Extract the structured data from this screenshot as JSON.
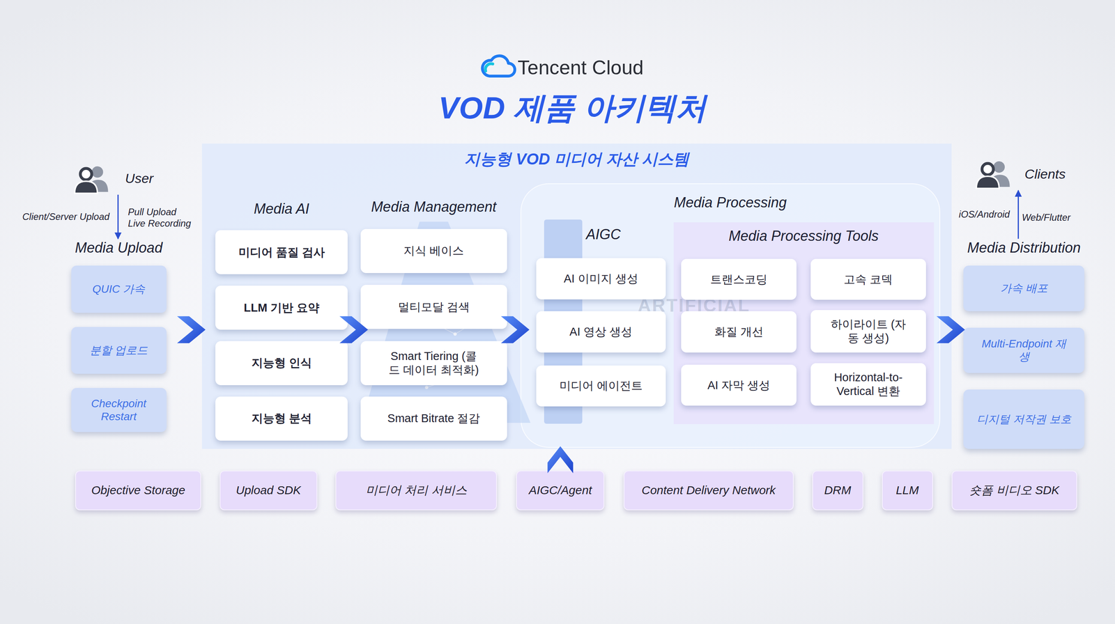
{
  "diagram": {
    "title": "VOD 제품 아키텍처",
    "nodes": [
      {
        "text": [
          "User"
        ]
      },
      {
        "text": [
          "Media Upload"
        ]
      },
      {
        "text": [
          "QUIC 가속"
        ],
        "in": 1
      },
      {
        "text": [
          "분할 업로드"
        ],
        "in": 1
      },
      {
        "text": [
          "Checkpoint Restart"
        ],
        "in": 1
      },
      {
        "text": [
          "지능형 VOD 미디어 자산 시스템"
        ]
      },
      {
        "text": [
          "Media AI"
        ],
        "in": 5
      },
      {
        "text": [
          "미디어 품질 검사"
        ],
        "in": 6
      },
      {
        "text": [
          "LLM 기반 요약"
        ],
        "in": 6
      },
      {
        "text": [
          "지능형 인식"
        ],
        "in": 6
      },
      {
        "text": [
          "지능형 분석"
        ],
        "in": 6
      },
      {
        "text": [
          "Media Management"
        ],
        "in": 5
      },
      {
        "text": [
          "지식 베이스"
        ],
        "in": 11
      },
      {
        "text": [
          "멀티모달 검색"
        ],
        "in": 11
      },
      {
        "text": [
          "Smart Tiering (콜드 데이터 최적화)"
        ],
        "in": 11
      },
      {
        "text": [
          "Smart Bitrate 절감"
        ],
        "in": 11
      },
      {
        "text": [
          "Media Processing"
        ],
        "in": 5
      },
      {
        "text": [
          "AIGC"
        ],
        "in": 16
      },
      {
        "text": [
          "AI 이미지 생성"
        ],
        "in": 17
      },
      {
        "text": [
          "AI 영상 생성"
        ],
        "in": 17
      },
      {
        "text": [
          "미디어 에이전트"
        ],
        "in": 17
      },
      {
        "text": [
          "Media Processing Tools"
        ],
        "in": 16
      },
      {
        "text": [
          "트랜스코딩"
        ],
        "in": 21
      },
      {
        "text": [
          "고속 코덱"
        ],
        "in": 21
      },
      {
        "text": [
          "화질 개선"
        ],
        "in": 21
      },
      {
        "text": [
          "하이라이트 (자동 생성)"
        ],
        "in": 21
      },
      {
        "text": [
          "AI 자막 생성"
        ],
        "in": 21
      },
      {
        "text": [
          "Horizontal-to-Vertical 변환"
        ],
        "in": 21
      },
      {
        "text": [
          "Clients"
        ]
      },
      {
        "text": [
          "Media Distribution"
        ]
      },
      {
        "text": [
          "가속 배포"
        ],
        "in": 29
      },
      {
        "text": [
          "Multi-Endpoint 재생"
        ],
        "in": 29
      },
      {
        "text": [
          "디지털 저작권 보호"
        ],
        "in": 29
      },
      {
        "text": [
          "Objective Storage"
        ]
      },
      {
        "text": [
          "Upload SDK"
        ]
      },
      {
        "text": [
          "미디어 처리 서비스"
        ]
      },
      {
        "text": [
          "AIGC/Agent"
        ]
      },
      {
        "text": [
          "Content Delivery Network"
        ]
      },
      {
        "text": [
          "DRM"
        ]
      },
      {
        "text": [
          "LLM"
        ]
      },
      {
        "text": [
          "숏폼 비디오 SDK"
        ]
      }
    ],
    "edges": [
      {
        "from": 0,
        "to": 1,
        "arrow": "to",
        "label": "Client/Server Upload"
      },
      {
        "from": 1,
        "to": 6,
        "arrow": "to"
      },
      {
        "from": 6,
        "to": 11,
        "arrow": "to"
      },
      {
        "from": 11,
        "to": 16,
        "arrow": "to"
      },
      {
        "from": 16,
        "to": 29,
        "arrow": "to"
      },
      {
        "from": 29,
        "to": 28,
        "arrow": "to",
        "label": "iOS/Android"
      },
      {
        "from": 36,
        "to": 5,
        "arrow": "to"
      }
    ],
    "labels": [
      "Tencent Cloud",
      "Pull Upload Live Recording",
      "Web/Flutter",
      "ARTIFICIAL"
    ]
  }
}
